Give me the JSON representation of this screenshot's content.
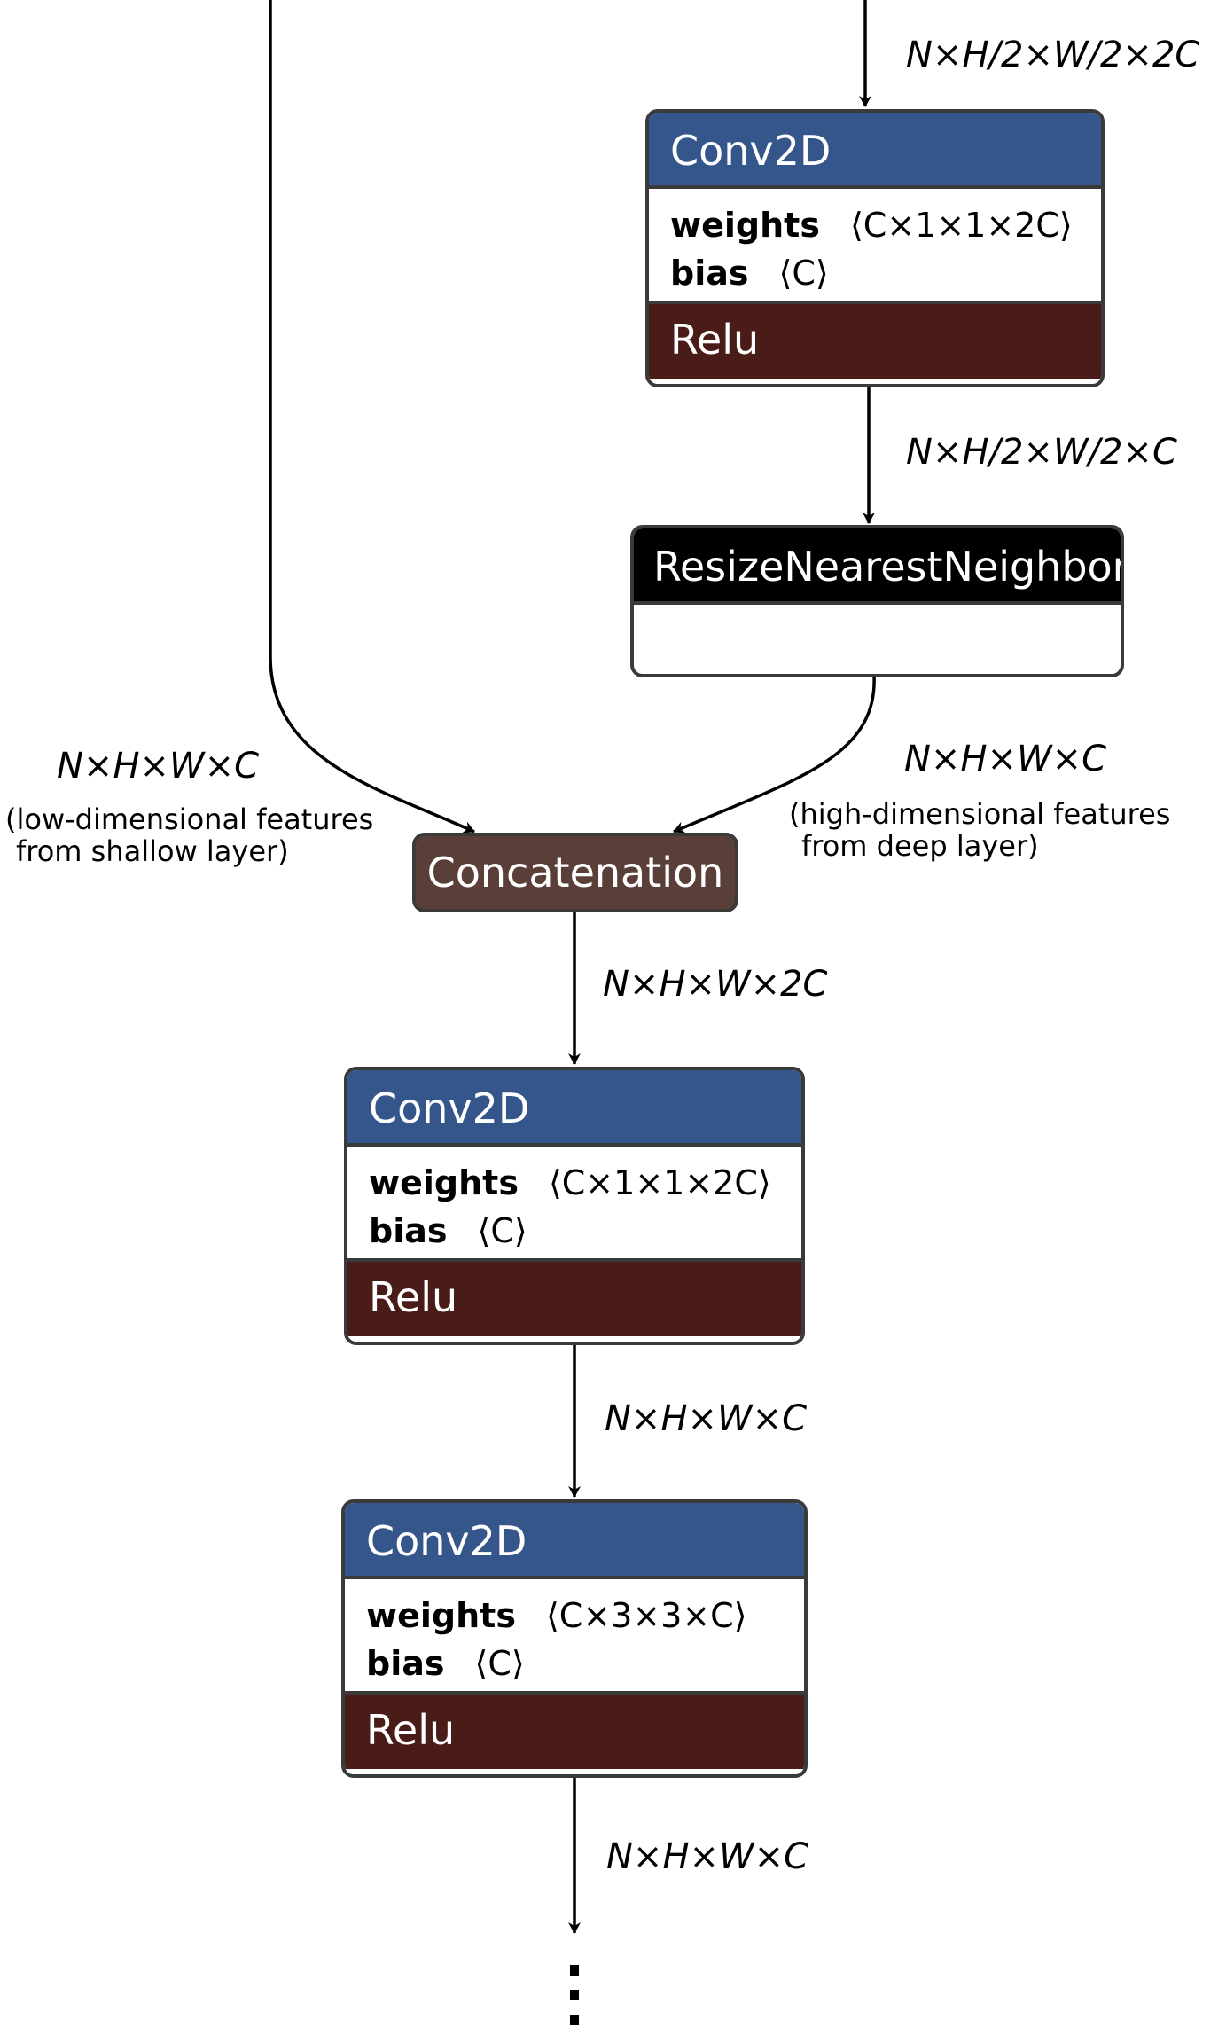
{
  "nodes": {
    "conv_top": {
      "title": "Conv2D",
      "weights_label": "weights",
      "weights_value": "⟨C×1×1×2C⟩",
      "bias_label": "bias",
      "bias_value": "⟨C⟩",
      "activation": "Relu"
    },
    "resize": {
      "title": "ResizeNearestNeighbor"
    },
    "concat": {
      "title": "Concatenation"
    },
    "conv_mid": {
      "title": "Conv2D",
      "weights_label": "weights",
      "weights_value": "⟨C×1×1×2C⟩",
      "bias_label": "bias",
      "bias_value": "⟨C⟩",
      "activation": "Relu"
    },
    "conv_bottom": {
      "title": "Conv2D",
      "weights_label": "weights",
      "weights_value": "⟨C×3×3×C⟩",
      "bias_label": "bias",
      "bias_value": "⟨C⟩",
      "activation": "Relu"
    }
  },
  "edge_labels": {
    "into_conv_top": "N×H/2×W/2×2C",
    "conv_top_to_resize": "N×H/2×W/2×C",
    "shallow_to_concat": "N×H×W×C",
    "resize_to_concat": "N×H×W×C",
    "concat_to_conv_mid": "N×H×W×2C",
    "conv_mid_to_conv_bottom": "N×H×W×C",
    "conv_bottom_out": "N×H×W×C"
  },
  "notes": {
    "shallow_line1": "(low-dimensional features",
    "shallow_line2": "from shallow layer)",
    "deep_line1": "(high-dimensional features",
    "deep_line2": "from deep layer)"
  }
}
